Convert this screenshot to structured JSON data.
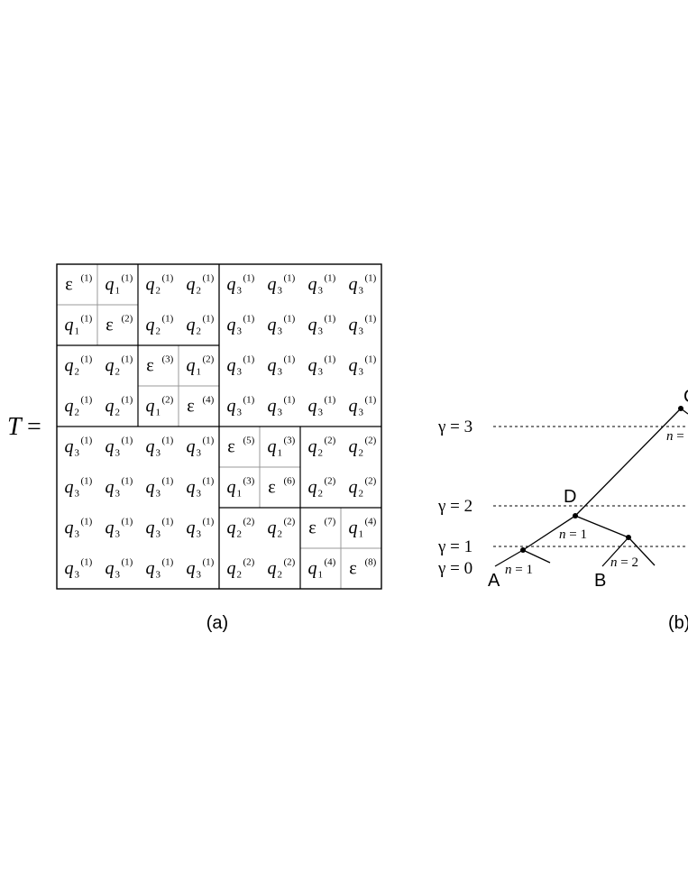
{
  "panel_a": {
    "caption": "(a)",
    "matrix_symbol": "T",
    "equals": "=",
    "cells": [
      [
        [
          "ε",
          "",
          "(1)"
        ],
        [
          "q",
          "1",
          "(1)"
        ],
        [
          "q",
          "2",
          "(1)"
        ],
        [
          "q",
          "2",
          "(1)"
        ],
        [
          "q",
          "3",
          "(1)"
        ],
        [
          "q",
          "3",
          "(1)"
        ],
        [
          "q",
          "3",
          "(1)"
        ],
        [
          "q",
          "3",
          "(1)"
        ]
      ],
      [
        [
          "q",
          "1",
          "(1)"
        ],
        [
          "ε",
          "",
          "(2)"
        ],
        [
          "q",
          "2",
          "(1)"
        ],
        [
          "q",
          "2",
          "(1)"
        ],
        [
          "q",
          "3",
          "(1)"
        ],
        [
          "q",
          "3",
          "(1)"
        ],
        [
          "q",
          "3",
          "(1)"
        ],
        [
          "q",
          "3",
          "(1)"
        ]
      ],
      [
        [
          "q",
          "2",
          "(1)"
        ],
        [
          "q",
          "2",
          "(1)"
        ],
        [
          "ε",
          "",
          "(3)"
        ],
        [
          "q",
          "1",
          "(2)"
        ],
        [
          "q",
          "3",
          "(1)"
        ],
        [
          "q",
          "3",
          "(1)"
        ],
        [
          "q",
          "3",
          "(1)"
        ],
        [
          "q",
          "3",
          "(1)"
        ]
      ],
      [
        [
          "q",
          "2",
          "(1)"
        ],
        [
          "q",
          "2",
          "(1)"
        ],
        [
          "q",
          "1",
          "(2)"
        ],
        [
          "ε",
          "",
          "(4)"
        ],
        [
          "q",
          "3",
          "(1)"
        ],
        [
          "q",
          "3",
          "(1)"
        ],
        [
          "q",
          "3",
          "(1)"
        ],
        [
          "q",
          "3",
          "(1)"
        ]
      ],
      [
        [
          "q",
          "3",
          "(1)"
        ],
        [
          "q",
          "3",
          "(1)"
        ],
        [
          "q",
          "3",
          "(1)"
        ],
        [
          "q",
          "3",
          "(1)"
        ],
        [
          "ε",
          "",
          "(5)"
        ],
        [
          "q",
          "1",
          "(3)"
        ],
        [
          "q",
          "2",
          "(2)"
        ],
        [
          "q",
          "2",
          "(2)"
        ]
      ],
      [
        [
          "q",
          "3",
          "(1)"
        ],
        [
          "q",
          "3",
          "(1)"
        ],
        [
          "q",
          "3",
          "(1)"
        ],
        [
          "q",
          "3",
          "(1)"
        ],
        [
          "q",
          "1",
          "(3)"
        ],
        [
          "ε",
          "",
          "(6)"
        ],
        [
          "q",
          "2",
          "(2)"
        ],
        [
          "q",
          "2",
          "(2)"
        ]
      ],
      [
        [
          "q",
          "3",
          "(1)"
        ],
        [
          "q",
          "3",
          "(1)"
        ],
        [
          "q",
          "3",
          "(1)"
        ],
        [
          "q",
          "3",
          "(1)"
        ],
        [
          "q",
          "2",
          "(2)"
        ],
        [
          "q",
          "2",
          "(2)"
        ],
        [
          "ε",
          "",
          "(7)"
        ],
        [
          "q",
          "1",
          "(4)"
        ]
      ],
      [
        [
          "q",
          "3",
          "(1)"
        ],
        [
          "q",
          "3",
          "(1)"
        ],
        [
          "q",
          "3",
          "(1)"
        ],
        [
          "q",
          "3",
          "(1)"
        ],
        [
          "q",
          "2",
          "(2)"
        ],
        [
          "q",
          "2",
          "(2)"
        ],
        [
          "q",
          "1",
          "(4)"
        ],
        [
          "ε",
          "",
          "(8)"
        ]
      ]
    ]
  },
  "panel_b": {
    "caption": "(b)",
    "gamma_labels": [
      "γ = 3",
      "γ = 2",
      "γ = 1",
      "γ = 0"
    ],
    "node_labels": {
      "a": "A",
      "b": "B",
      "c": "C",
      "d": "D"
    },
    "edge_labels": {
      "a": "n = 1",
      "b": "n = 2",
      "d": "n = 1",
      "c": "n ="
    }
  },
  "colors": {
    "thick_line": "#000000",
    "thin_line": "#999999",
    "dotted_line": "#000000"
  }
}
